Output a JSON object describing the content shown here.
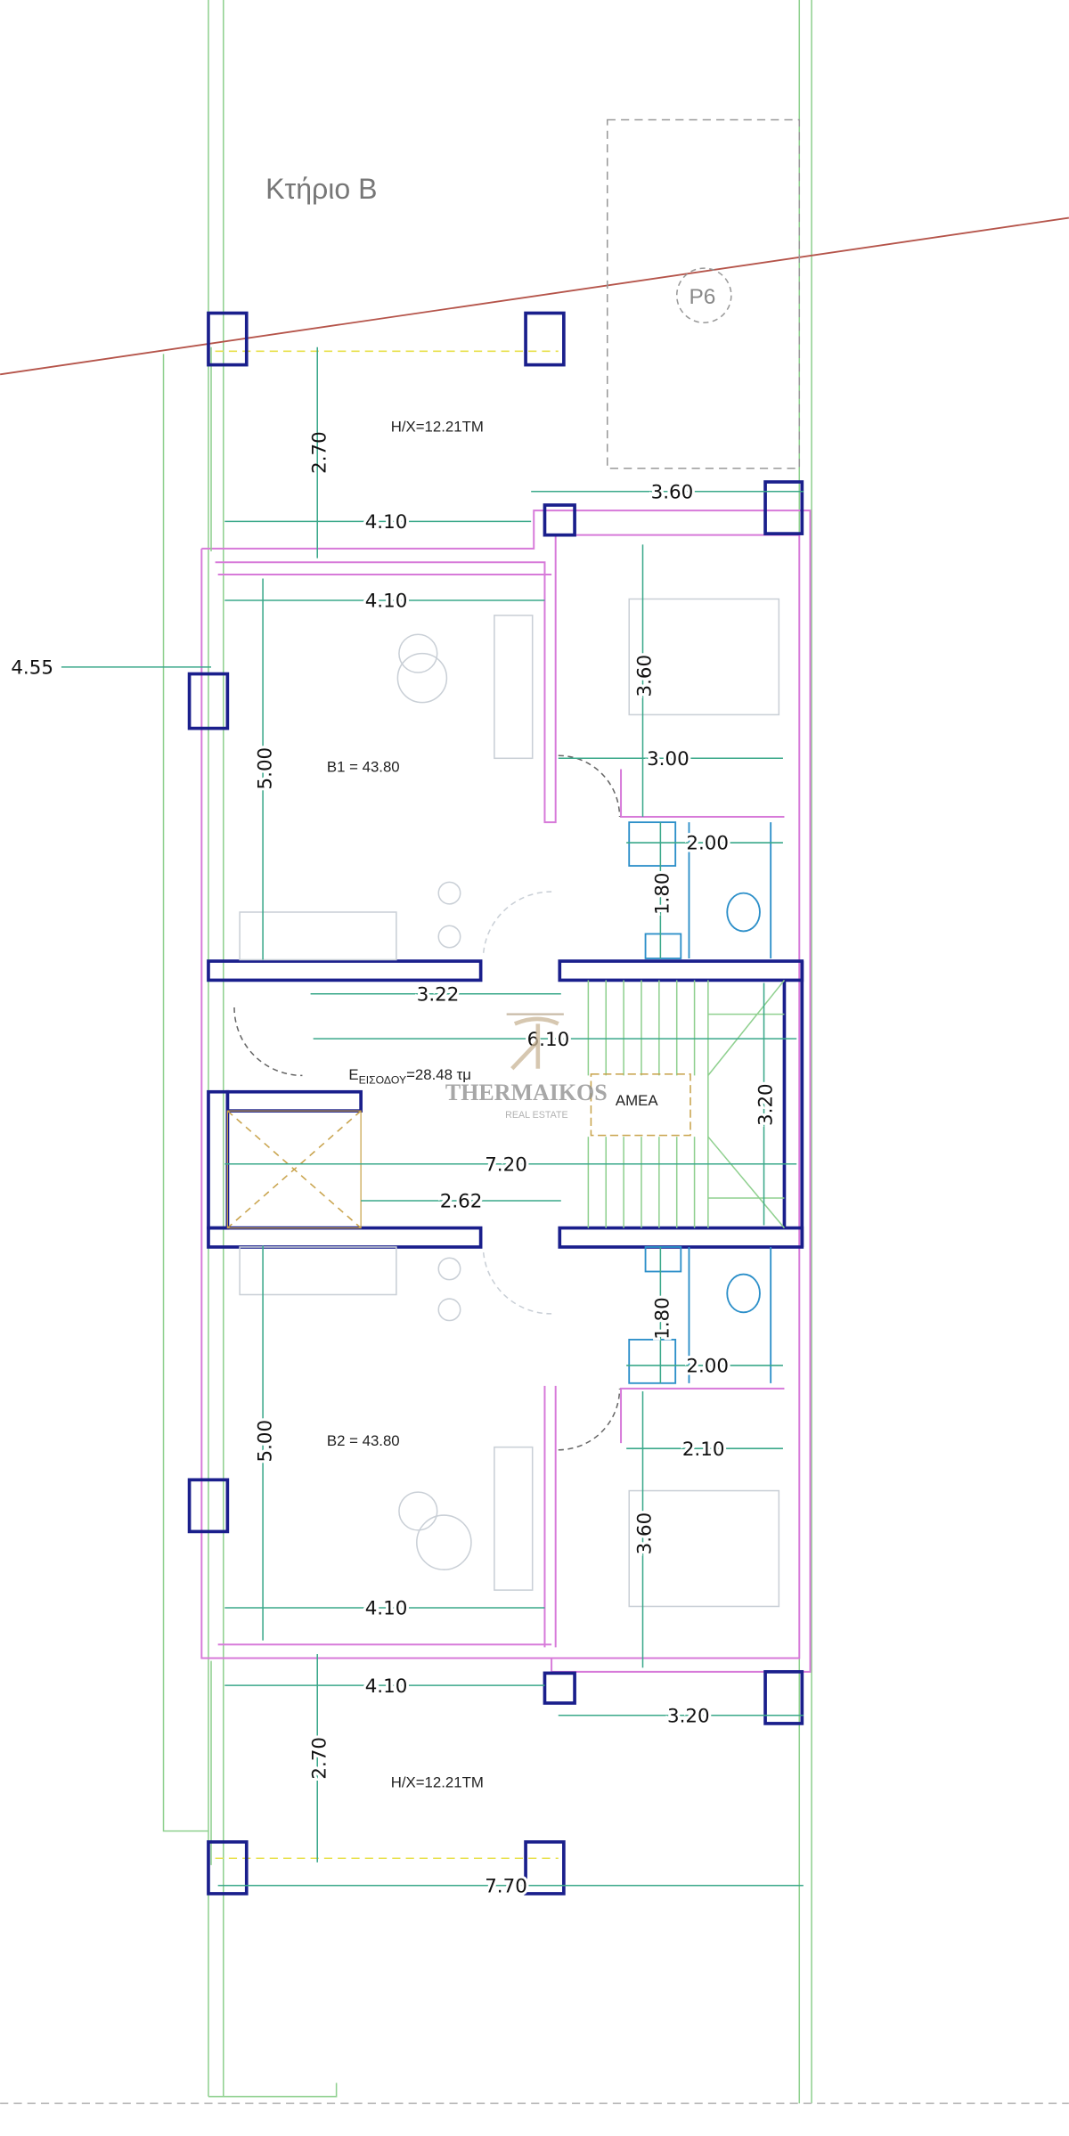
{
  "title": "Κτήριο Β",
  "parking_label": "P6",
  "veranda_top": "H/X=12.21TM",
  "veranda_bottom": "H/X=12.21TM",
  "rooms": {
    "b1": "B1 = 43.80",
    "b2": "B2 = 43.80",
    "entrance_main": "E",
    "entrance_sub": "ΕΙΣΟΔΟΥ",
    "entrance_value": "=28.48 τμ",
    "accessible": "ΑΜΕΑ"
  },
  "logo": {
    "name": "THERMAIKOS",
    "tagline": "REAL ESTATE"
  },
  "dims": [
    "2.70",
    "4.10",
    "3.60",
    "4.10",
    "4.55",
    "3.60",
    "3.00",
    "5.00",
    "2.00",
    "1.80",
    "3.22",
    "6.10",
    "3.20",
    "7.20",
    "2.62",
    "1.80",
    "2.00",
    "5.00",
    "2.10",
    "3.60",
    "4.10",
    "4.10",
    "3.20",
    "2.70",
    "7.70"
  ],
  "colors": {
    "wall": "#d77ad9",
    "column": "#1a1f8c",
    "dimension": "#3aa88a",
    "boundary": "#b5544a"
  }
}
